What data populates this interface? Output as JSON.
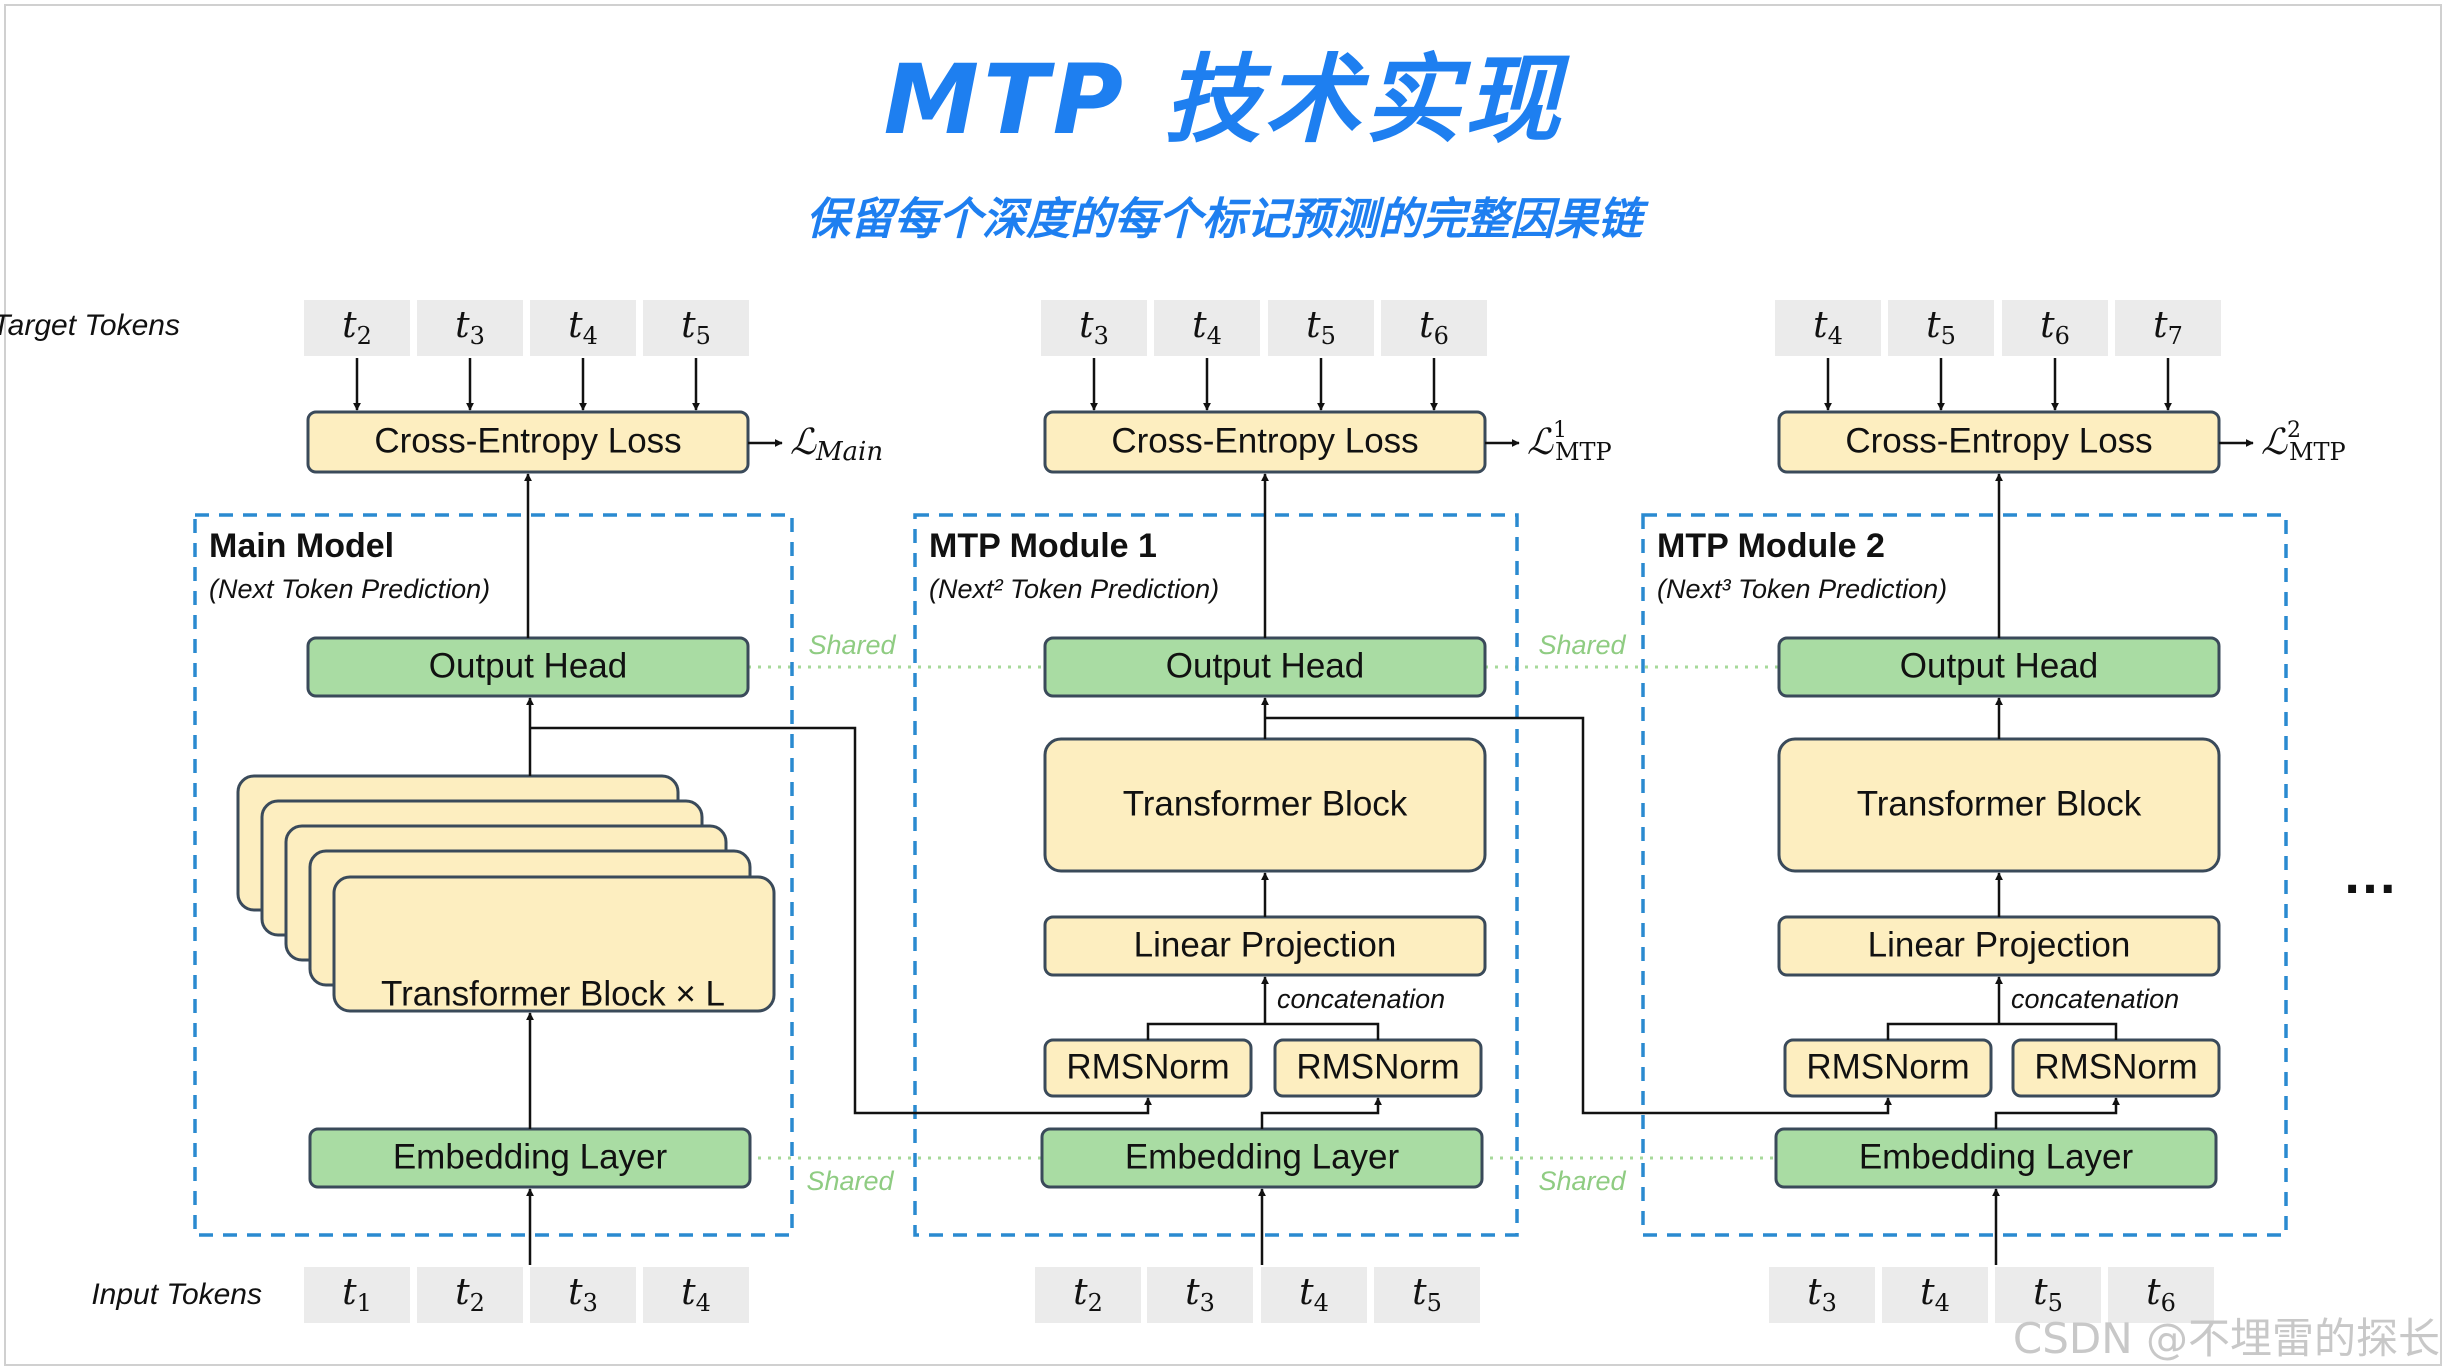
{
  "page": {
    "title": "MTP 技术实现",
    "subtitle": "保留每个深度的每个标记预测的完整因果链",
    "watermark": "CSDN @不埋雷的探长"
  },
  "labels": {
    "target_tokens": "Target Tokens",
    "input_tokens": "Input Tokens",
    "shared": "Shared",
    "ellipsis": "…",
    "concatenation": "concatenation"
  },
  "blocks": {
    "cross_entropy": "Cross-Entropy Loss",
    "output_head": "Output Head",
    "transformer_block": "Transformer Block",
    "transformer_block_L": "Transformer Block × L",
    "linear_projection": "Linear Projection",
    "rmsnorm": "RMSNorm",
    "embedding": "Embedding Layer"
  },
  "modules": [
    {
      "name": "Main Model",
      "subtitle": "(Next Token Prediction)",
      "loss_label": "ℒMain",
      "target_tokens": [
        "t2",
        "t3",
        "t4",
        "t5"
      ],
      "input_tokens": [
        "t1",
        "t2",
        "t3",
        "t4"
      ]
    },
    {
      "name": "MTP Module 1",
      "subtitle": "(Next² Token Prediction)",
      "loss_label": "ℒ¹MTP",
      "target_tokens": [
        "t3",
        "t4",
        "t5",
        "t6"
      ],
      "input_tokens": [
        "t2",
        "t3",
        "t4",
        "t5"
      ]
    },
    {
      "name": "MTP Module 2",
      "subtitle": "(Next³ Token Prediction)",
      "loss_label": "ℒ²MTP",
      "target_tokens": [
        "t4",
        "t5",
        "t6",
        "t7"
      ],
      "input_tokens": [
        "t3",
        "t4",
        "t5",
        "t6"
      ]
    }
  ],
  "colors": {
    "title": "#1e7ff0",
    "yellow_fill": "#fdeec0",
    "green_fill": "#a9dca3",
    "box_stroke": "#3a4a5a",
    "dashed_border": "#2a8ad0",
    "shared_line": "#a6d99a",
    "token_fill": "#ebebeb"
  }
}
